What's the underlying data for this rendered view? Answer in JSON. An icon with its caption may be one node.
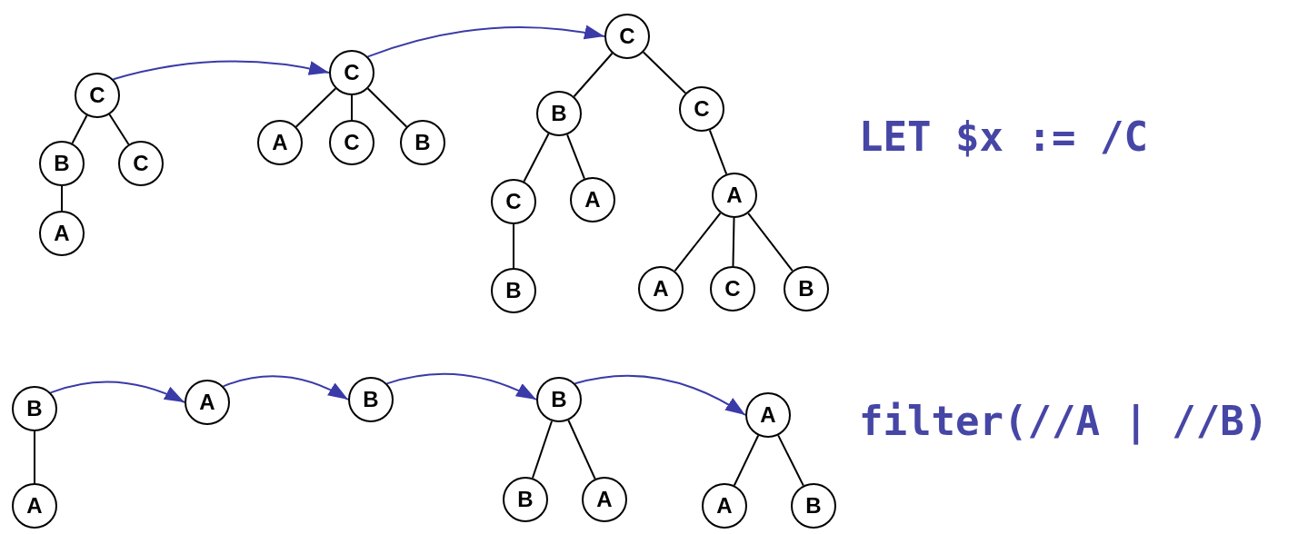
{
  "diagram": {
    "nodes": [
      {
        "text": [
          "C"
        ]
      },
      {
        "text": [
          "B"
        ]
      },
      {
        "text": [
          "C"
        ]
      },
      {
        "text": [
          "A"
        ]
      },
      {
        "text": [
          "C"
        ]
      },
      {
        "text": [
          "A"
        ]
      },
      {
        "text": [
          "C"
        ]
      },
      {
        "text": [
          "B"
        ]
      },
      {
        "text": [
          "C"
        ]
      },
      {
        "text": [
          "B"
        ]
      },
      {
        "text": [
          "C"
        ]
      },
      {
        "text": [
          "C"
        ]
      },
      {
        "text": [
          "A"
        ]
      },
      {
        "text": [
          "A"
        ]
      },
      {
        "text": [
          "B"
        ]
      },
      {
        "text": [
          "A"
        ]
      },
      {
        "text": [
          "C"
        ]
      },
      {
        "text": [
          "B"
        ]
      },
      {
        "text": [
          "B"
        ]
      },
      {
        "text": [
          "A"
        ]
      },
      {
        "text": [
          "A"
        ]
      },
      {
        "text": [
          "B"
        ]
      },
      {
        "text": [
          "B"
        ]
      },
      {
        "text": [
          "B"
        ]
      },
      {
        "text": [
          "A"
        ]
      },
      {
        "text": [
          "A"
        ]
      },
      {
        "text": [
          "A"
        ]
      },
      {
        "text": [
          "B"
        ]
      }
    ],
    "edges": [
      {
        "from": 0,
        "to": 1,
        "arrow": "none"
      },
      {
        "from": 0,
        "to": 2,
        "arrow": "none"
      },
      {
        "from": 1,
        "to": 3,
        "arrow": "none"
      },
      {
        "from": 0,
        "to": 4,
        "arrow": "to",
        "color": "#3a3aa8"
      },
      {
        "from": 4,
        "to": 5,
        "arrow": "none"
      },
      {
        "from": 4,
        "to": 6,
        "arrow": "none"
      },
      {
        "from": 4,
        "to": 7,
        "arrow": "none"
      },
      {
        "from": 4,
        "to": 8,
        "arrow": "to",
        "color": "#3a3aa8"
      },
      {
        "from": 8,
        "to": 9,
        "arrow": "none"
      },
      {
        "from": 8,
        "to": 10,
        "arrow": "none"
      },
      {
        "from": 9,
        "to": 11,
        "arrow": "none"
      },
      {
        "from": 9,
        "to": 12,
        "arrow": "none"
      },
      {
        "from": 10,
        "to": 13,
        "arrow": "none"
      },
      {
        "from": 11,
        "to": 14,
        "arrow": "none"
      },
      {
        "from": 13,
        "to": 15,
        "arrow": "none"
      },
      {
        "from": 13,
        "to": 16,
        "arrow": "none"
      },
      {
        "from": 13,
        "to": 17,
        "arrow": "none"
      },
      {
        "from": 18,
        "to": 19,
        "arrow": "none"
      },
      {
        "from": 18,
        "to": 20,
        "arrow": "to",
        "color": "#3a3aa8"
      },
      {
        "from": 20,
        "to": 21,
        "arrow": "to",
        "color": "#3a3aa8"
      },
      {
        "from": 21,
        "to": 22,
        "arrow": "to",
        "color": "#3a3aa8"
      },
      {
        "from": 22,
        "to": 23,
        "arrow": "none"
      },
      {
        "from": 22,
        "to": 24,
        "arrow": "none"
      },
      {
        "from": 22,
        "to": 25,
        "arrow": "to",
        "color": "#3a3aa8"
      },
      {
        "from": 25,
        "to": 26,
        "arrow": "none"
      },
      {
        "from": 25,
        "to": 27,
        "arrow": "none"
      }
    ],
    "labels": [
      "LET $x := /C",
      "filter(//A | //B)"
    ]
  }
}
